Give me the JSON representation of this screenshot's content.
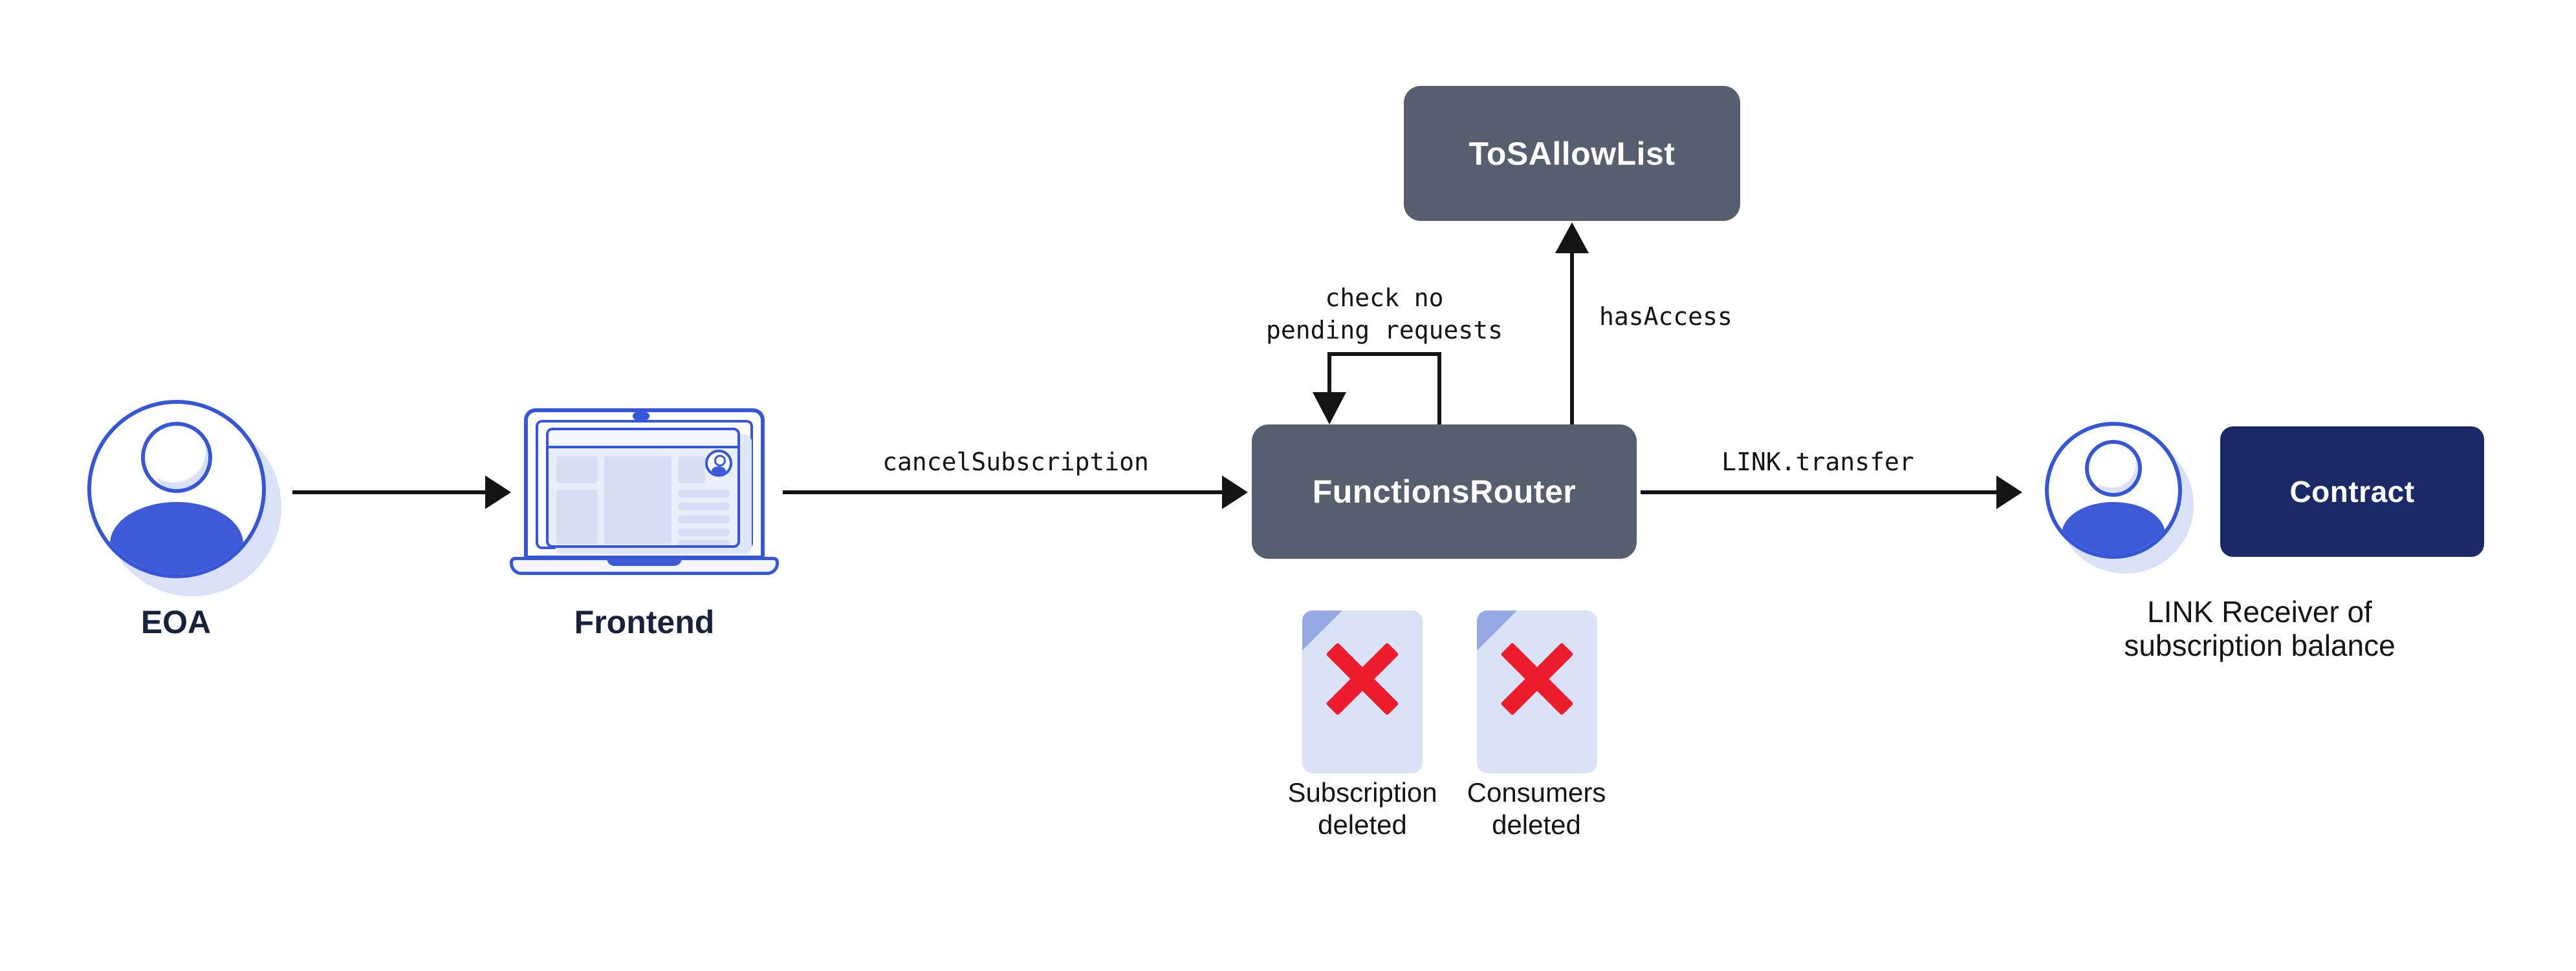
{
  "diagram": {
    "nodes": {
      "eoa": {
        "label": "EOA"
      },
      "frontend": {
        "label": "Frontend"
      },
      "tos_allow_list": {
        "label": "ToSAllowList"
      },
      "functions_router": {
        "label": "FunctionsRouter"
      },
      "contract": {
        "label": "Contract"
      },
      "receiver_caption": {
        "line1": "LINK Receiver of",
        "line2": "subscription balance"
      },
      "doc_subscription": {
        "line1": "Subscription",
        "line2": "deleted"
      },
      "doc_consumers": {
        "line1": "Consumers",
        "line2": "deleted"
      }
    },
    "edges": {
      "cancel_subscription": {
        "label": "cancelSubscription"
      },
      "link_transfer": {
        "label": "LINK.transfer"
      },
      "has_access": {
        "label": "hasAccess"
      },
      "check_loop": {
        "line1": "check no",
        "line2": "pending requests"
      }
    }
  },
  "colors": {
    "blue_stroke": "#3556d8",
    "blue_fill": "#3d5ad9",
    "light_blue": "#d9e1f8",
    "pale_panel": "#e9eefb",
    "pale_bar": "#f3f6fd",
    "block_blue": "#d6dff6",
    "browser_shadow": "#dfe6fa",
    "panel_slate": "#575e6d",
    "panel_navy": "#1a2a69",
    "delete_red": "#ed1c2b",
    "line_black": "#141414",
    "label_navy": "#18223b",
    "caption_black": "#151515",
    "doc_body": "#dae2f7",
    "doc_fold": "#97a9e5"
  }
}
